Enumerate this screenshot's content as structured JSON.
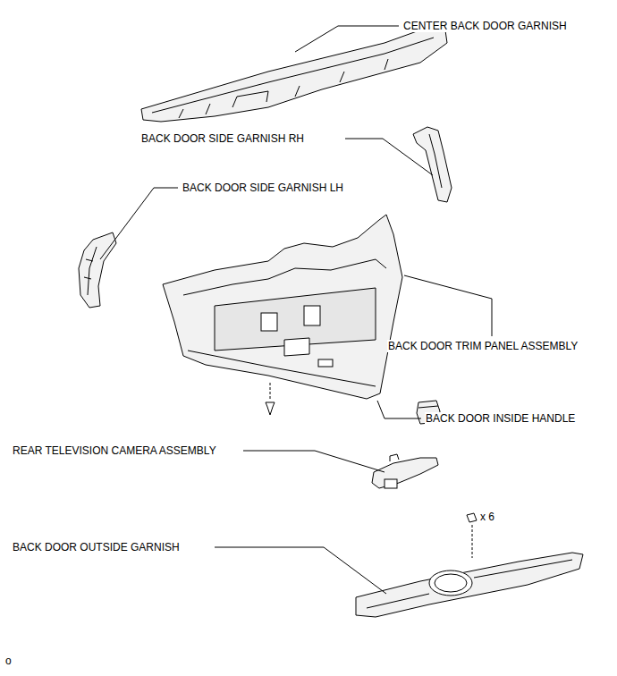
{
  "diagram": {
    "labels": [
      "CENTER BACK DOOR GARNISH",
      "BACK DOOR SIDE GARNISH RH",
      "BACK DOOR SIDE GARNISH LH",
      "BACK DOOR TRIM PANEL ASSEMBLY",
      "BACK DOOR INSIDE HANDLE",
      "REAR TELEVISION CAMERA ASSEMBLY",
      "x 6",
      "BACK DOOR OUTSIDE GARNISH",
      "o"
    ]
  }
}
